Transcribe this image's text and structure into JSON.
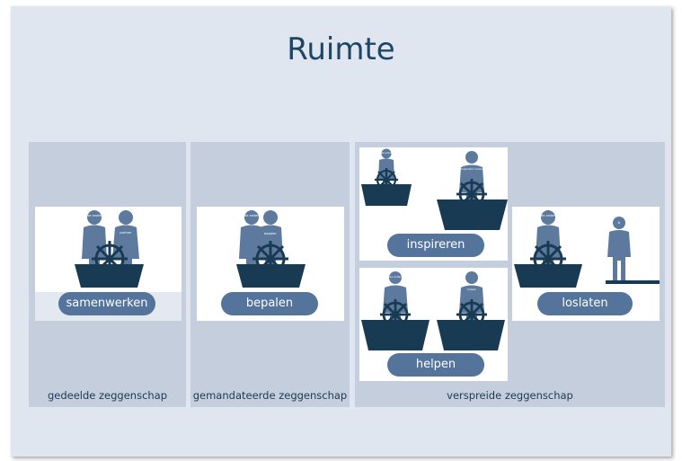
{
  "slide": {
    "title": "Ruimte",
    "columns": [
      {
        "label": "gedeelde zeggenschap"
      },
      {
        "label": "gemandateerde zeggenschap"
      },
      {
        "label": "verspreide zeggenschap"
      }
    ],
    "cards": [
      {
        "button": "samenwerken",
        "tags": [
          "de ander",
          "partner"
        ]
      },
      {
        "button": "bepalen",
        "tags": [
          "de ander",
          "bepaler"
        ]
      },
      {
        "button": "inspireren",
        "tags": [
          "de ander",
          "inspirator lieder"
        ]
      },
      {
        "button": "helpen",
        "tags": [
          "de ander",
          "helper"
        ]
      },
      {
        "button": "loslaten",
        "tags": [
          "de ander",
          "ik"
        ]
      }
    ]
  },
  "colors": {
    "background": "#e0e6f0",
    "column": "#c5cedd",
    "pill": "#54749b",
    "figure": "#5d7a9e",
    "boat": "#183a52",
    "title": "#1d4666"
  }
}
